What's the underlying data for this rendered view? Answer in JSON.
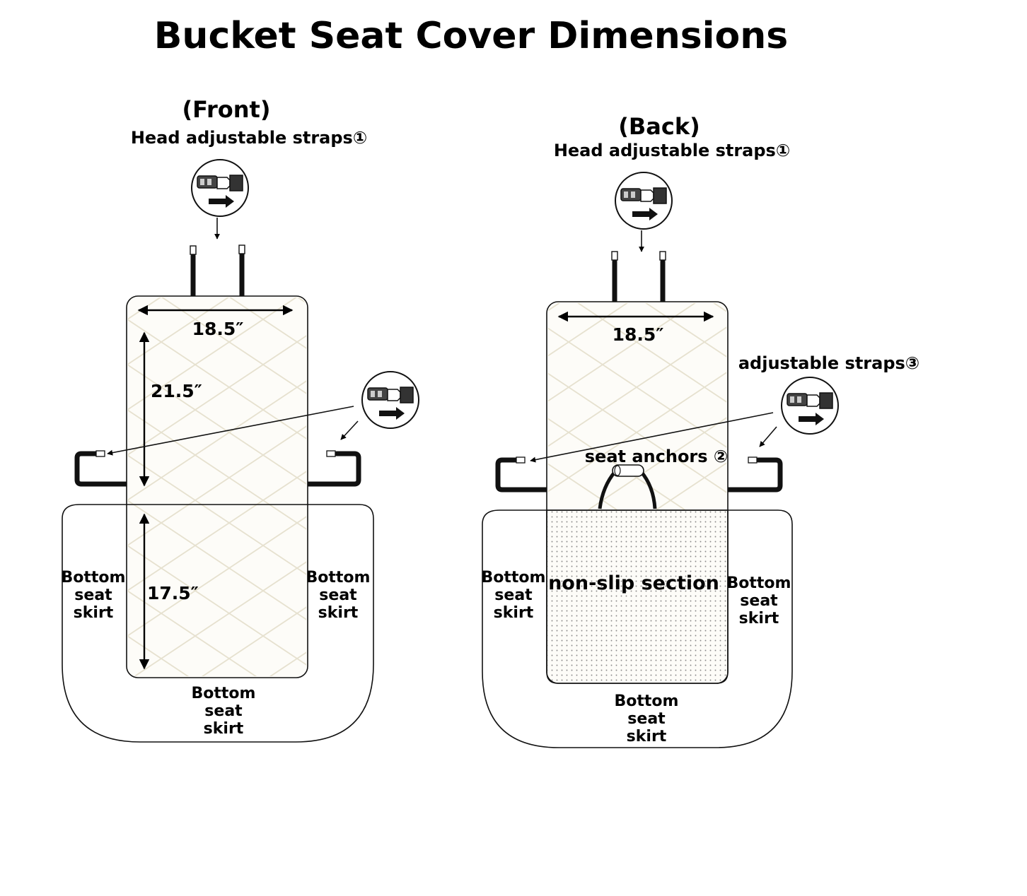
{
  "title": "Bucket Seat Cover Dimensions",
  "front": {
    "heading": "(Front)",
    "head_straps_label": "Head adjustable straps①",
    "width_dim": "18.5″",
    "back_height_dim": "21.5″",
    "seat_length_dim": "17.5″",
    "skirt_left": [
      "Bottom",
      "seat",
      "skirt"
    ],
    "skirt_right": [
      "Bottom",
      "seat",
      "skirt"
    ],
    "skirt_bottom": [
      "Bottom",
      "seat",
      "skirt"
    ]
  },
  "back": {
    "heading": "(Back)",
    "head_straps_label": "Head adjustable straps①",
    "width_dim": "18.5″",
    "side_straps_label": "adjustable straps③",
    "anchors_label": "seat anchors ②",
    "nonslip_label": "non-slip section",
    "skirt_left": [
      "Bottom",
      "seat",
      "skirt"
    ],
    "skirt_right": [
      "Bottom",
      "seat",
      "skirt"
    ],
    "skirt_bottom": [
      "Bottom",
      "seat",
      "skirt"
    ]
  },
  "colors": {
    "line": "#111111",
    "quilt_stitch": "#e6e1cf",
    "panel_fill": "#fdfcf8",
    "dots": "#8a8a8a"
  },
  "icons": {
    "buckle": "buckle-clip-icon",
    "arrow": "arrow-right-icon"
  }
}
